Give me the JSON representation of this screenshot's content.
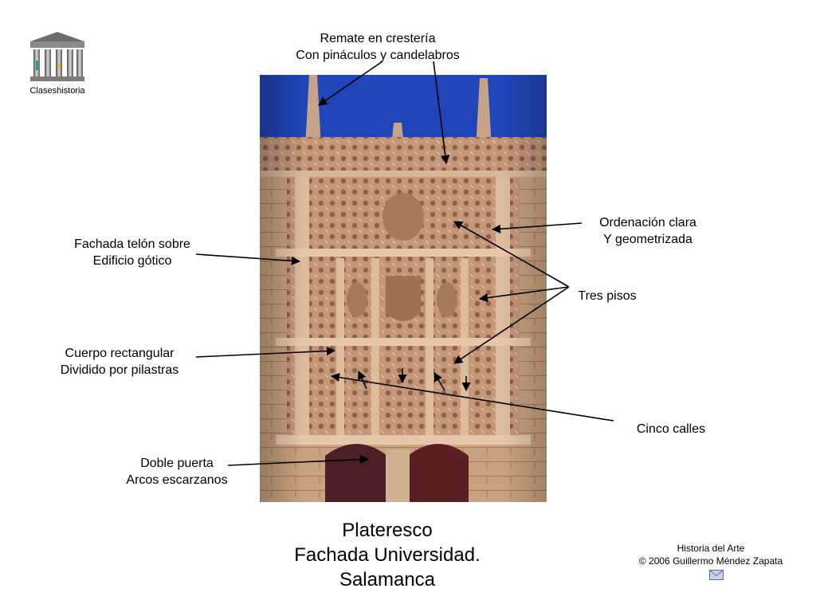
{
  "logo": {
    "label": "Claseshistoria"
  },
  "annotations": {
    "remate": {
      "line1": "Remate en crestería",
      "line2": "Con pináculos y candelabros"
    },
    "ordenacion": {
      "line1": "Ordenación clara",
      "line2": "Y geometrizada"
    },
    "fachada_telon": {
      "line1": "Fachada telón sobre",
      "line2": "Edificio gótico"
    },
    "tres_pisos": {
      "line1": "Tres pisos"
    },
    "cuerpo": {
      "line1": "Cuerpo rectangular",
      "line2": "Dividido por pilastras"
    },
    "cinco_calles": {
      "line1": "Cinco calles"
    },
    "doble_puerta": {
      "line1": "Doble puerta",
      "line2": "Arcos escarzanos"
    }
  },
  "title": {
    "line1": "Plateresco",
    "line2": "Fachada Universidad.",
    "line3": "Salamanca"
  },
  "credit": {
    "line1": "Historia del Arte",
    "line2": "© 2006 Guillermo Méndez Zapata"
  },
  "icons": {
    "logo": "greek-temple-icon",
    "mail": "envelope-icon"
  },
  "colors": {
    "sky": "#1f45b8",
    "stone": "#c49a78",
    "door": "#4a1f26"
  }
}
